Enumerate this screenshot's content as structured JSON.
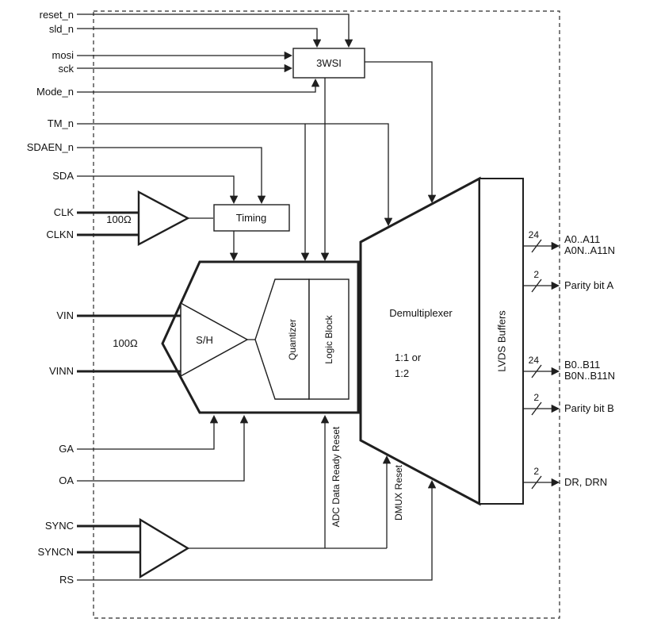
{
  "inputs": {
    "reset_n": "reset_n",
    "sld_n": "sld_n",
    "mosi": "mosi",
    "sck": "sck",
    "mode_n": "Mode_n",
    "tm_n": "TM_n",
    "sdaen_n": "SDAEN_n",
    "sda": "SDA",
    "clk": "CLK",
    "clkn": "CLKN",
    "vin": "VIN",
    "vinn": "VINN",
    "ga": "GA",
    "oa": "OA",
    "sync": "SYNC",
    "syncn": "SYNCN",
    "rs": "RS"
  },
  "blocks": {
    "wsi": "3WSI",
    "timing": "Timing",
    "sample_hold": "S/H",
    "quantizer": "Quantizer",
    "logic_block": "Logic Block",
    "demux_title": "Demultiplexer",
    "demux_mode_line1": "1:1 or",
    "demux_mode_line2": "1:2",
    "lvds": "LVDS Buffers"
  },
  "annotations": {
    "clk_termination": "100Ω",
    "vin_termination": "100Ω",
    "adc_data_ready_reset": "ADC Data Ready Reset",
    "dmux_reset": "DMUX Reset"
  },
  "outputs": {
    "bus_a_width": "24",
    "bus_a_line1": "A0..A11",
    "bus_a_line2": "A0N..A11N",
    "parity_a_width": "2",
    "parity_a": "Parity bit A",
    "bus_b_width": "24",
    "bus_b_line1": "B0..B11",
    "bus_b_line2": "B0N..B11N",
    "parity_b_width": "2",
    "parity_b": "Parity bit B",
    "dr_width": "2",
    "dr": "DR, DRN"
  }
}
